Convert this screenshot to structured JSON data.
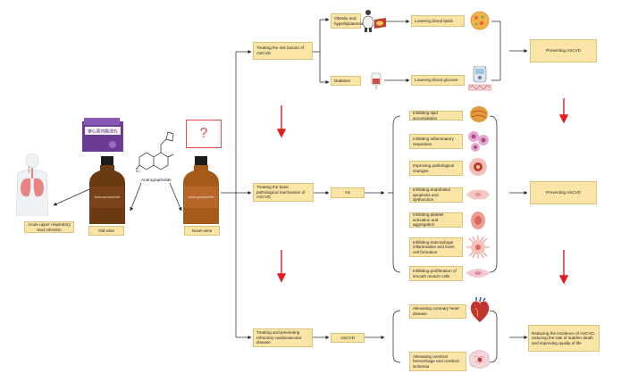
{
  "left": {
    "acute_infection": "Acute upper respiratory tract infection",
    "old_wine": "Old wine",
    "novel_wine": "Novel wine",
    "andrographolide": "Andrographolide",
    "question_mark": "?",
    "bottle_label": "Andrographolide",
    "package_text": "穿心莲内酯滴丸"
  },
  "branches": {
    "risk_factors": "Treating the risk factors of ASCVD",
    "basic_mechanism": "Treating the basic pathological mechanism of ASCVD",
    "refractory": "Treating and preventing refractory cardiovascular disease"
  },
  "risk": {
    "obesity": "Obesity and hyperlipidaemia",
    "diabetes": "Diabetes",
    "lower_lipids": "Lowering blood lipids",
    "lower_glucose": "Lowering blood glucose",
    "preventing": "Preventing ASCVD"
  },
  "mechanism": {
    "as": "AS",
    "items": [
      "Inhibiting lipid accumulation",
      "Inhibiting inflammatory responses",
      "Improving pathological changes",
      "Inhibiting endothelial apoptosis and dysfunction",
      "Inhibiting platelet activation and aggregation",
      "Inhibiting macrophage inflammation and foam cell formation",
      "Inhibiting proliferation of smooth muscle cells"
    ],
    "preventing": "Preventing ASCVD"
  },
  "refractory": {
    "ascvd": "ASCVD",
    "coronary": "Alleviating coronary heart disease",
    "cerebral": "Alleviating cerebral hemorrhage and cerebral ischemia",
    "outcome": "Reducing the incidence of ASCVD, reducing the rate of sudden death and improving quality of life"
  }
}
